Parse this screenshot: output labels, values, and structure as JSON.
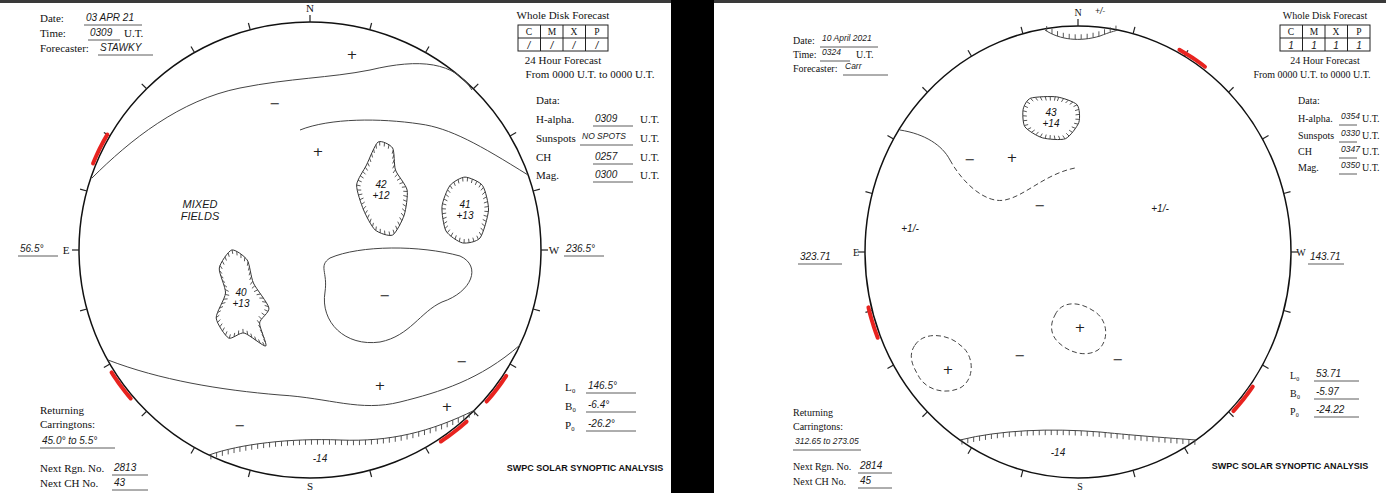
{
  "diagram": {
    "nodes": [
      {
        "text": [
          "42 +12"
        ]
      },
      {
        "text": [
          "41 +13"
        ]
      },
      {
        "text": [
          "40 +13"
        ]
      },
      {
        "text": [
          "43 +14"
        ]
      }
    ],
    "labels": [
      "Date:",
      "03 APR 21",
      "Time:",
      "0309",
      "U.T.",
      "Forecaster:",
      "STAWKY",
      "Whole Disk Forecast",
      "C",
      "M",
      "X",
      "P",
      "/",
      "/",
      "/",
      "/",
      "24 Hour Forecast",
      "From 0000 U.T. to 0000 U.T.",
      "Data:",
      "H-alpha.",
      "0309",
      "U.T.",
      "Sunspots",
      "NO SPOTS",
      "U.T.",
      "CH",
      "0257",
      "U.T.",
      "Mag.",
      "0300",
      "U.T.",
      "N",
      "S",
      "E",
      "56.5°",
      "W",
      "236.5°",
      "MIXED FIELDS",
      "-14",
      "+",
      "−",
      "+",
      "−",
      "+",
      "−",
      "+",
      "−",
      "L₀",
      "146.5°",
      "B₀",
      "-6.4°",
      "P₀",
      "-26.2°",
      "Returning",
      "Carringtons:",
      "45.0° to 5.5°",
      "Next Rgn. No.",
      "2813",
      "Next CH No.",
      "43",
      "SWPC SOLAR SYNOPTIC ANALYSIS",
      "Date:",
      "10 April 2021",
      "Time:",
      "0324",
      "U.T.",
      "Forecaster:",
      "Carr",
      "Whole Disk Forecast",
      "C",
      "M",
      "X",
      "P",
      "1",
      "1",
      "1",
      "1",
      "24 Hour Forecast",
      "From 0000 U.T. to 0000 U.T.",
      "Data:",
      "H-alpha.",
      "0354",
      "U.T.",
      "Sunspots",
      "0330",
      "U.T.",
      "CH",
      "0347",
      "U.T.",
      "Mag.",
      "0350",
      "U.T.",
      "N",
      "S",
      "E",
      "323.71",
      "W",
      "143.71",
      "+/-",
      "+1/-",
      "+1/-",
      "+",
      "−",
      "−",
      "+",
      "−",
      "+",
      "−",
      "-14",
      "L₀",
      "53.71",
      "B₀",
      "-5.97",
      "P₀",
      "-24.22",
      "Returning",
      "Carringtons:",
      "312.65 to 273.05",
      "Next Rgn. No.",
      "2814",
      "Next CH No.",
      "45",
      "SWPC SOLAR SYNOPTIC ANALYSIS"
    ]
  }
}
